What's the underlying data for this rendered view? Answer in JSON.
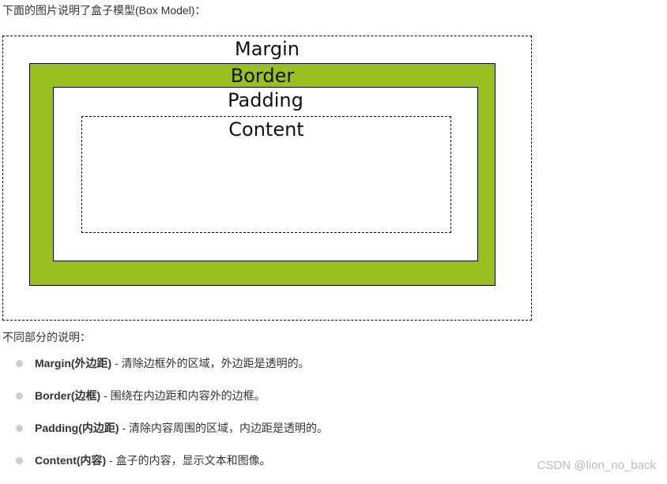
{
  "intro": "下面的图片说明了盒子模型(Box Model)：",
  "figure": {
    "margin": "Margin",
    "border": "Border",
    "padding": "Padding",
    "content": "Content",
    "border_color": "#98c021"
  },
  "desc_title": "不同部分的说明：",
  "items": [
    {
      "term": "Margin(外边距)",
      "text": " - 清除边框外的区域，外边距是透明的。"
    },
    {
      "term": "Border(边框)",
      "text": " - 围绕在内边距和内容外的边框。"
    },
    {
      "term": "Padding(内边距)",
      "text": " - 清除内容周围的区域，内边距是透明的。"
    },
    {
      "term": "Content(内容)",
      "text": " - 盒子的内容，显示文本和图像。"
    }
  ],
  "watermark": "CSDN @lion_no_back"
}
